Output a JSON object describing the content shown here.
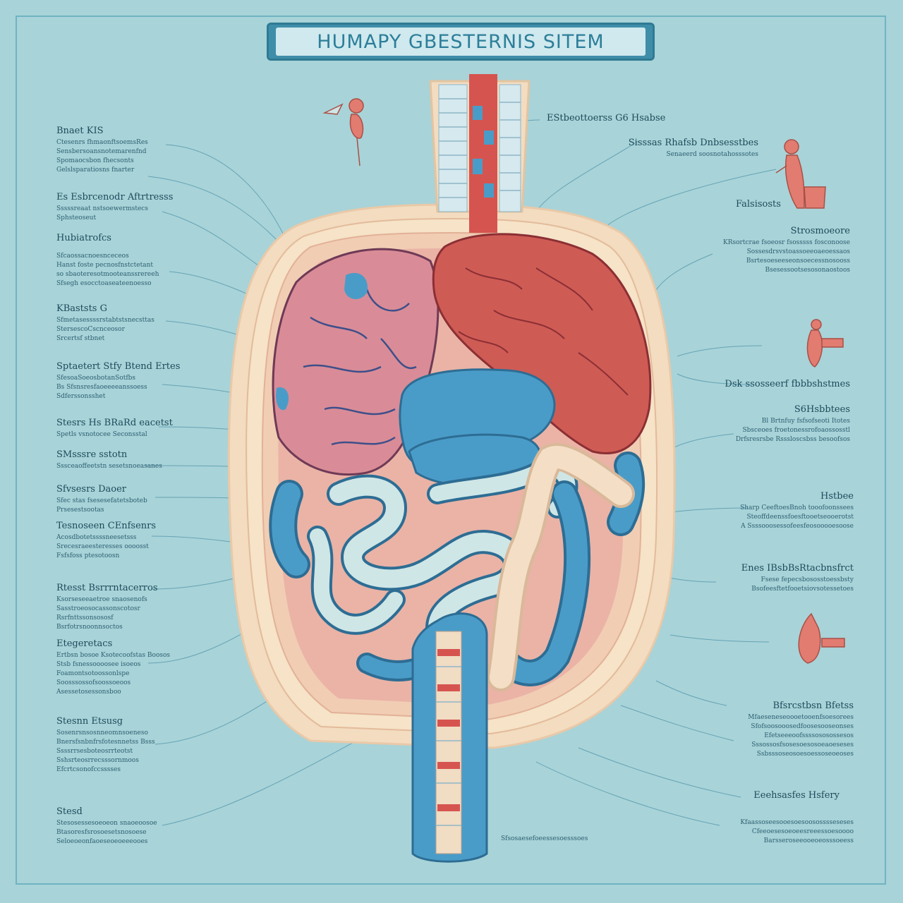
{
  "title": "HUMAPY GBESTERNIS SITEM",
  "colors": {
    "background": "#a8d3d8",
    "banner": "#3f8ea9",
    "pink_organ": "#d88a96",
    "red_organ": "#cc5a55",
    "blue_organ": "#4a9cc8",
    "pale_organ": "#cfe6e6",
    "outline": "#f1d8bc",
    "leader_lines": "#5a9bb0"
  },
  "left_labels": [
    {
      "head": "Bnaet KIS",
      "lines": [
        "Ctesenrs fhmaonftsoemsRes",
        "Sensbersoansnotemarenfnd",
        "Spomaocsbon fhecsonts",
        "Gelslsparatiosns fnarter"
      ]
    },
    {
      "head": "Es Esbrcenodr Aftrtresss",
      "lines": [
        "Sssssreaat nstsoewermstecs",
        "Sphsteoseut"
      ]
    },
    {
      "head": "Hubiatrofcs",
      "lines": []
    },
    {
      "head": "",
      "lines": [
        "Sfcaossacnoesnceceos",
        "Hanst foste pecnosfnstctetant",
        "so sbaoteresotmooteanssrereeh",
        "Sfsegh esocctoaseateenoesso"
      ]
    },
    {
      "head": "KBaststs G",
      "lines": [
        "Sfmetasessssrstabtstsnecsttas",
        "StersescoCscnceosor",
        "Srcertsf stbnet"
      ]
    },
    {
      "head": "Sptaetert Stfy Btend Ertes",
      "lines": [
        "SfesoaSoeosbotanSotfbs",
        "Bs Sfsnsresfaoeeeeanssoess",
        "Sdferssonsshet"
      ]
    },
    {
      "head": "Stesrs Hs BRaRd eacetst",
      "lines": [
        "Spetls vsnotocee Seconsstal"
      ]
    },
    {
      "head": "SMsssre sstotn",
      "lines": [
        "Sssceaoffeetstn sesetsnoeasanes"
      ]
    },
    {
      "head": "Sfvsesrs Daoer",
      "lines": [
        "Sfec stas fsesesefatetsboteb",
        "Prsesestsootas"
      ]
    },
    {
      "head": "Tesnoseen CEnfsenrs",
      "lines": [
        "Acosdbotetssssneesetsss",
        "Srecesraeesteresses oooosst",
        "Fsfsfoss ptesotoosn"
      ]
    },
    {
      "head": "Rtesst Bsrrrntacerros",
      "lines": [
        "Ksorseseeaetroe snaosenofs",
        "Sasstroeosocassonscotosr",
        "Rsrfnttssonsososf",
        "Bsrfotrsnoonnsoctos"
      ]
    },
    {
      "head": "Etegeretacs",
      "lines": [
        "Ertbsn bosoe Ksotecoofstas Boosos",
        "Stsb fsnessoooosee isoeos",
        "Foamontsotoossonlspe",
        "Soosssossofsoossoeoos",
        "Asessetosessonsboo"
      ]
    },
    {
      "head": "Stesnn Etsusg",
      "lines": [
        "Sosenrsnsosnneomnsoeneso",
        "Bnersfsnbnfrsfotesnnetss Bsss",
        "Ssssrrsesboteosrrteotst",
        "Sshsrteosrrecsssornmoos",
        "Efcrtcsonofccsssses"
      ]
    },
    {
      "head": "Stesd",
      "lines": [
        "Stesosessesoeoeon snaoeoosoe",
        "Btasoresfsrosoesetsnosoese",
        "Seloeoeonfaoeseoeoeeeooes"
      ]
    }
  ],
  "right_labels": [
    {
      "head": "EStbeottoerss G6   Hsabse",
      "lines": []
    },
    {
      "head": "Sisssas Rhafsb Dnbsesstbes",
      "lines": [
        "Senaeerd soosnotahosssotes"
      ]
    },
    {
      "head": "Falsisosts",
      "lines": []
    },
    {
      "head": "Strosmoeore",
      "lines": [
        "KRsortcrae fsoeosr fsosssss fosconoose",
        "Sossesdrsvstoassoeeoaeoessaos",
        "Bsrtesoeseeseonsoecessnosooss",
        "Bsesessootsesosonaostoos"
      ]
    },
    {
      "head": "Dsk ssosseerf fbbbshstmes",
      "lines": []
    },
    {
      "head": "S6Hsbbtees",
      "lines": [
        "Bl Brtnfuy fsfsofseoti Itotes",
        "Sbsceoes froetonessrofoaossosstl",
        "Drfsresrsbe Rsssloscsbss besoofsos"
      ]
    },
    {
      "head": "Hstbee",
      "lines": [
        "Sharp CeeftoesBnoh tooofoonssees",
        "Steoffdeenssfoesftooetseooerotst",
        "A Ssssooosessofeesfeosooooesoose"
      ]
    },
    {
      "head": "Enes IBsbBsRtacbnsfrct",
      "lines": [
        "Fsese fepecsbososstoessbsty",
        "Bsofeesftetfooetsiovsotessetoes"
      ]
    },
    {
      "head": "Bfsrcstbsn Bfetss",
      "lines": [
        "Mfaeseneseoooetooenfsoesorees",
        "Sfofsoosooosedfoosesooseonses",
        "Efetseeeoofssssososossesos",
        "Sssossosfsosesoesosoeaoeseses",
        "Ssbsssoseosoesoessoseoeoses"
      ]
    },
    {
      "head": "Eeehsasfes Hsfery",
      "lines": []
    },
    {
      "head": "",
      "lines": [
        "Kfaassoseesooesoesoososssseseses",
        "Cfeeoesesoeoeesreeessoesoooo",
        "Barsseroseeooeoeosssoeess"
      ]
    }
  ],
  "center_caption": "Sfsosaesefoeessesoesssoes"
}
